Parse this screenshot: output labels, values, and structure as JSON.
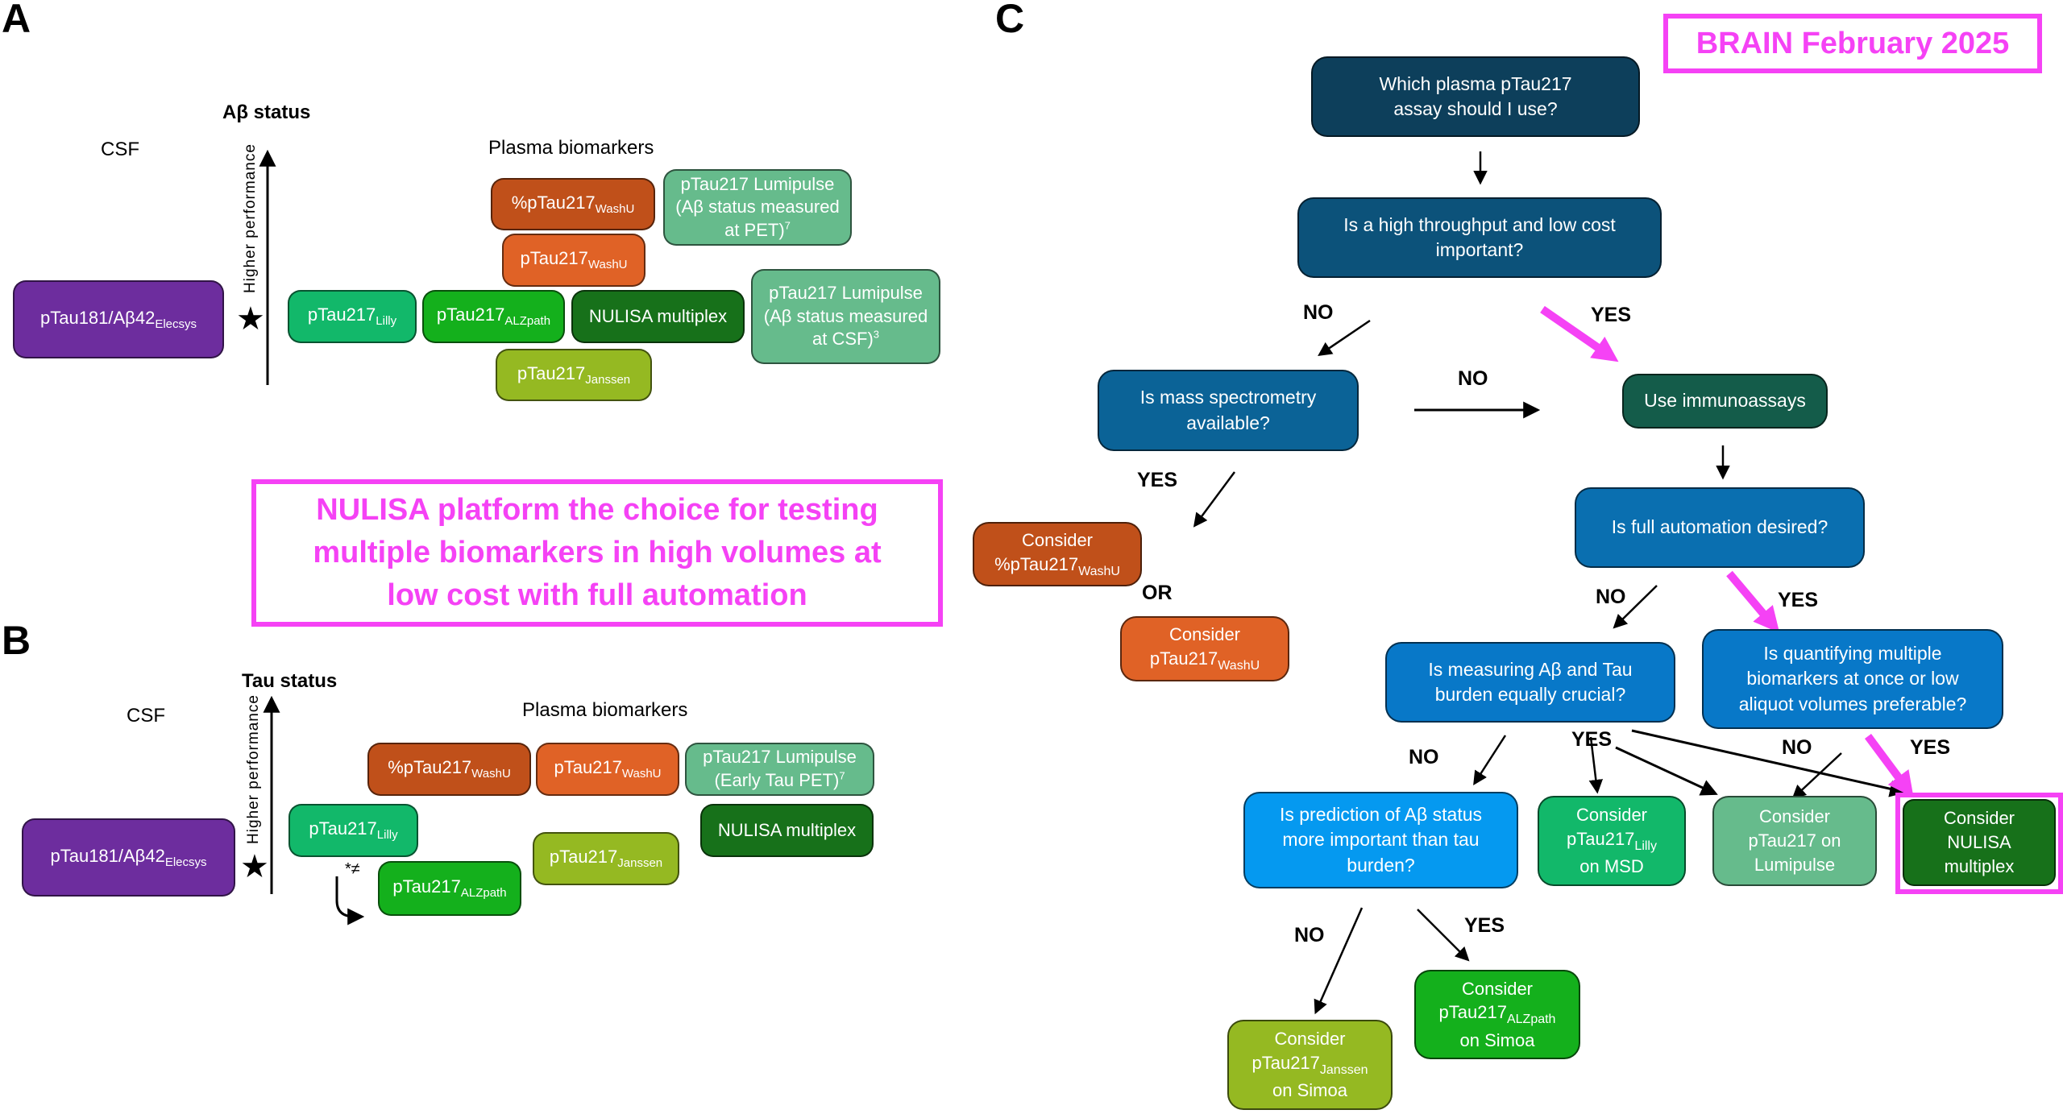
{
  "panels": {
    "a": {
      "letter": "A",
      "heading": "Aβ status",
      "csf_label": "CSF",
      "plasma_label": "Plasma biomarkers",
      "axis_label": "Higher performance",
      "star": "★",
      "csf_box": {
        "main": "pTau181/Aβ42",
        "sub": "Elecsys"
      },
      "boxes": [
        {
          "id": "pct-washu",
          "pre": "%pTau217",
          "sub": "WashU",
          "color": "#c0501a"
        },
        {
          "id": "washu",
          "pre": "pTau217",
          "sub": "WashU",
          "color": "#e06226"
        },
        {
          "id": "lumipulse-pet",
          "line1": "pTau217 Lumipulse",
          "line2": "(Aβ status measured",
          "line3": "at PET)",
          "sup": "7",
          "color": "#66bb8c"
        },
        {
          "id": "lilly",
          "pre": "pTau217",
          "sub": "Lilly",
          "color": "#12b86a"
        },
        {
          "id": "alzpath",
          "pre": "pTau217",
          "sub": "ALZpath",
          "color": "#14b01c"
        },
        {
          "id": "nulisa",
          "text": "NULISA multiplex",
          "color": "#17711a"
        },
        {
          "id": "lumipulse-csf",
          "line1": "pTau217 Lumipulse",
          "line2": "(Aβ status measured",
          "line3": "at CSF)",
          "sup": "3",
          "color": "#66bb8c"
        },
        {
          "id": "janssen",
          "pre": "pTau217",
          "sub": "Janssen",
          "color": "#95b922"
        }
      ]
    },
    "b": {
      "letter": "B",
      "heading": "Tau status",
      "csf_label": "CSF",
      "plasma_label": "Plasma biomarkers",
      "axis_label": "Higher performance",
      "star": "★",
      "note": "*≠",
      "csf_box": {
        "main": "pTau181/Aβ42",
        "sub": "Elecsys"
      },
      "boxes": [
        {
          "id": "pct-washu",
          "pre": "%pTau217",
          "sub": "WashU",
          "color": "#c0501a"
        },
        {
          "id": "washu",
          "pre": "pTau217",
          "sub": "WashU",
          "color": "#e06226"
        },
        {
          "id": "lumipulse-tau",
          "line1": "pTau217 Lumipulse",
          "line2": "(Early Tau PET)",
          "sup": "7",
          "color": "#66bb8c"
        },
        {
          "id": "lilly",
          "pre": "pTau217",
          "sub": "Lilly",
          "color": "#12b86a"
        },
        {
          "id": "nulisa",
          "text": "NULISA multiplex",
          "color": "#17711a"
        },
        {
          "id": "janssen",
          "pre": "pTau217",
          "sub": "Janssen",
          "color": "#95b922"
        },
        {
          "id": "alzpath",
          "pre": "pTau217",
          "sub": "ALZpath",
          "color": "#14b01c"
        }
      ]
    },
    "c": {
      "letter": "C",
      "nodes": {
        "q1": "Which plasma pTau217 assay should I use?",
        "q2": "Is a high throughput and low cost important?",
        "q3": "Is mass spectrometry available?",
        "immuno": "Use immunoassays",
        "q4": "Is full automation desired?",
        "q5": "Is measuring Aβ and Tau burden equally crucial?",
        "q6": "Is quantifying multiple biomarkers at once or low aliquot volumes preferable?",
        "q7": "Is prediction of Aβ status more important than tau burden?",
        "consider": "Consider",
        "or": "OR",
        "r_pct_washu": {
          "pre": "%pTau217",
          "sub": "WashU"
        },
        "r_washu": {
          "pre": "pTau217",
          "sub": "WashU"
        },
        "r_lilly": {
          "pre": "pTau217",
          "sub": "Lilly",
          "post": "on MSD"
        },
        "r_lumipulse": {
          "line": "pTau217 on",
          "post": "Lumipulse"
        },
        "r_nulisa": {
          "line": "NULISA",
          "post": "multiplex"
        },
        "r_janssen": {
          "pre": "pTau217",
          "sub": "Janssen",
          "post": "on Simoa"
        },
        "r_alzpath": {
          "pre": "pTau217",
          "sub": "ALZpath",
          "post": "on Simoa"
        }
      },
      "labels": {
        "yes": "YES",
        "no": "NO"
      },
      "colors": {
        "q1": "#0d3f5b",
        "q2": "#0c527a",
        "q3": "#0b6397",
        "immuno": "#145c4a",
        "q4": "#0a6fb0",
        "q5": "#0878c8",
        "q6": "#0878c8",
        "q7": "#0599f0",
        "highlight": "#f542f5"
      }
    }
  },
  "callouts": {
    "journal": "BRAIN February 2025",
    "nulisa_line1": "NULISA platform the choice for testing",
    "nulisa_line2": "multiple biomarkers in high volumes at",
    "nulisa_line3": "low cost with full automation"
  }
}
